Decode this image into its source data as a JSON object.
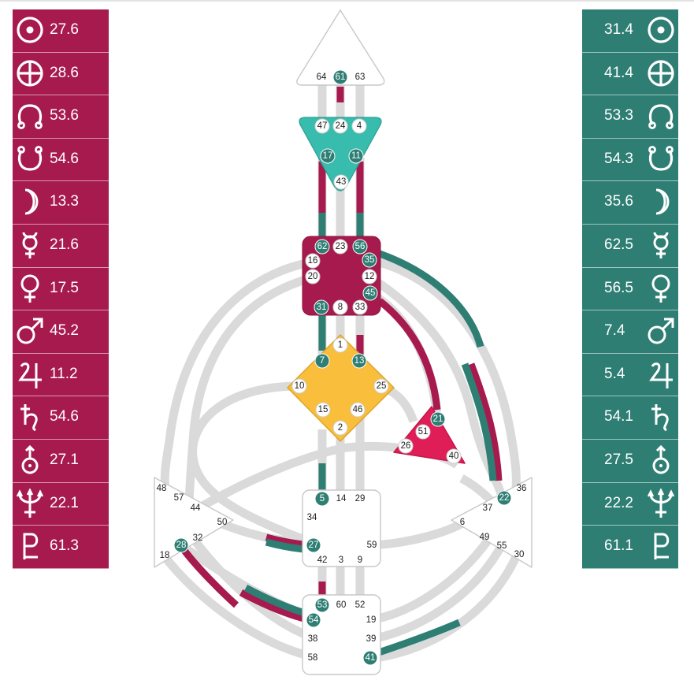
{
  "colors": {
    "design": "#a61a4e",
    "personality": "#2e7e74",
    "center_gray": "#d9d9d9"
  },
  "design_panel": [
    {
      "planet": "sun-icon",
      "value": "27.6"
    },
    {
      "planet": "earth-icon",
      "value": "28.6"
    },
    {
      "planet": "north-node-icon",
      "value": "53.6"
    },
    {
      "planet": "south-node-icon",
      "value": "54.6"
    },
    {
      "planet": "moon-icon",
      "value": "13.3"
    },
    {
      "planet": "mercury-icon",
      "value": "21.6"
    },
    {
      "planet": "venus-icon",
      "value": "17.5"
    },
    {
      "planet": "mars-icon",
      "value": "45.2"
    },
    {
      "planet": "jupiter-icon",
      "value": "11.2"
    },
    {
      "planet": "saturn-icon",
      "value": "54.6"
    },
    {
      "planet": "uranus-icon",
      "value": "27.1"
    },
    {
      "planet": "neptune-icon",
      "value": "22.1"
    },
    {
      "planet": "pluto-icon",
      "value": "61.3"
    }
  ],
  "personality_panel": [
    {
      "planet": "sun-icon",
      "value": "31.4"
    },
    {
      "planet": "earth-icon",
      "value": "41.4"
    },
    {
      "planet": "north-node-icon",
      "value": "53.3"
    },
    {
      "planet": "south-node-icon",
      "value": "54.3"
    },
    {
      "planet": "moon-icon",
      "value": "35.6"
    },
    {
      "planet": "mercury-icon",
      "value": "62.5"
    },
    {
      "planet": "venus-icon",
      "value": "56.5"
    },
    {
      "planet": "mars-icon",
      "value": "7.4"
    },
    {
      "planet": "jupiter-icon",
      "value": "5.4"
    },
    {
      "planet": "saturn-icon",
      "value": "54.1"
    },
    {
      "planet": "uranus-icon",
      "value": "27.5"
    },
    {
      "planet": "neptune-icon",
      "value": "22.2"
    },
    {
      "planet": "pluto-icon",
      "value": "61.1"
    }
  ],
  "gates": {
    "head": [
      "64",
      "61",
      "63"
    ],
    "ajna": [
      "47",
      "24",
      "4",
      "17",
      "11",
      "43"
    ],
    "throat": [
      "62",
      "23",
      "56",
      "16",
      "35",
      "20",
      "12",
      "45",
      "31",
      "8",
      "33"
    ],
    "g": [
      "1",
      "7",
      "13",
      "10",
      "25",
      "15",
      "46",
      "2"
    ],
    "ego": [
      "21",
      "51",
      "26",
      "40"
    ],
    "sacral": [
      "5",
      "14",
      "29",
      "34",
      "27",
      "59",
      "42",
      "3",
      "9"
    ],
    "spleen": [
      "48",
      "57",
      "44",
      "50",
      "32",
      "28",
      "18"
    ],
    "solar_plexus": [
      "36",
      "22",
      "37",
      "6",
      "49",
      "55",
      "30"
    ],
    "root": [
      "53",
      "60",
      "52",
      "54",
      "19",
      "38",
      "39",
      "58",
      "41"
    ]
  }
}
